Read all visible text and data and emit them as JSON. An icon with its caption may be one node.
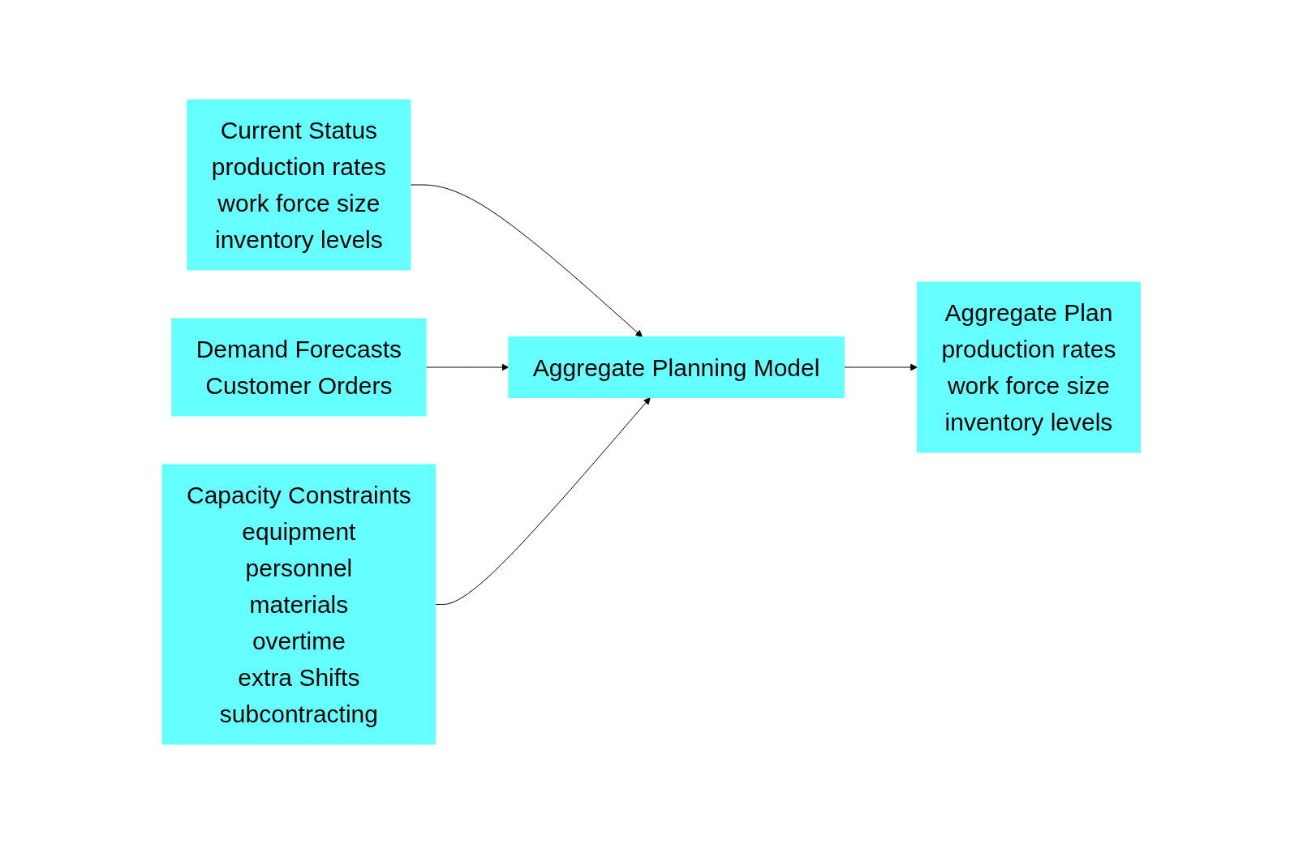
{
  "diagram": {
    "nodes": [
      {
        "text": [
          "Current Status",
          "production rates",
          "work force size",
          "inventory levels"
        ]
      },
      {
        "text": [
          "Demand Forecasts",
          "Customer Orders"
        ]
      },
      {
        "text": [
          "Aggregate Planning Model"
        ]
      },
      {
        "text": [
          "Aggregate Plan",
          "production rates",
          "work force size",
          "inventory levels"
        ]
      },
      {
        "text": [
          "Capacity Constraints",
          "equipment",
          "personnel",
          "materials",
          "overtime",
          "extra Shifts",
          "subcontracting"
        ]
      }
    ],
    "edges": [
      {
        "from": 0,
        "to": 2,
        "arrow": "to"
      },
      {
        "from": 1,
        "to": 2,
        "arrow": "to"
      },
      {
        "from": 2,
        "to": 3,
        "arrow": "to"
      },
      {
        "from": 4,
        "to": 2,
        "arrow": "to"
      }
    ]
  }
}
